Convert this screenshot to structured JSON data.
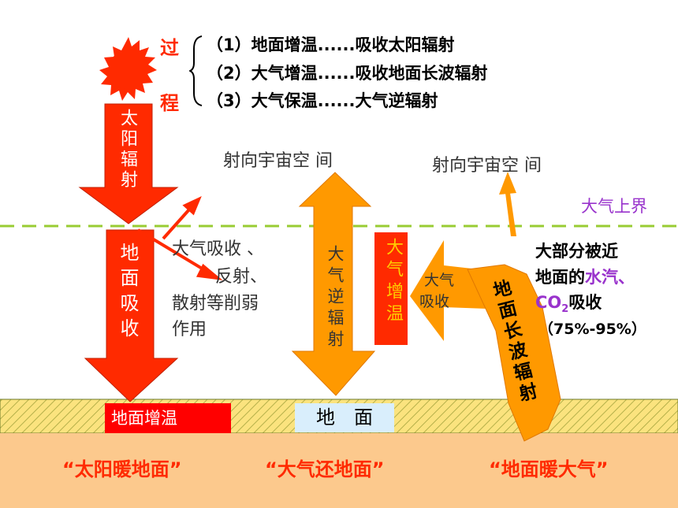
{
  "process": {
    "label_top": "过",
    "label_bottom": "程",
    "steps": [
      "（1）地面增温......吸收太阳辐射",
      "（2）大气增温......吸收地面长波辐射",
      "（3）大气保温......大气逆辐射"
    ]
  },
  "solar_radiation": "太阳辐射",
  "ground_absorption": "地面吸收",
  "atmos_effects": [
    "大气吸收 、",
    "反射、",
    "散射等削弱",
    "作用"
  ],
  "to_space_1": "射向宇宙空 间",
  "to_space_2": "射向宇宙空 间",
  "atmos_top": "大气上界",
  "counter_radiation": "大气逆辐射",
  "atmos_heating": "大气增温",
  "atmos_absorb": [
    "大气",
    "吸收"
  ],
  "ground_longwave": "地面长波辐射",
  "absorbed_note": {
    "line1": "大部分被近",
    "line2_a": "地面的",
    "line2_b": "水汽、",
    "line3_a": "CO",
    "line3_sub": "2",
    "line3_b": "吸收",
    "line4": "（75%-95%）"
  },
  "ground_heating": "地面增温",
  "ground": "地　面",
  "summary": [
    "“太阳暖地面”",
    "“大气还地面”",
    "“地面暖大气”"
  ],
  "colors": {
    "red_arrow": "#ff2a00",
    "orange_arrow": "#ff9900",
    "dashed_line": "#99cc33",
    "purple": "#9933cc",
    "summary_red": "#ff2a00"
  }
}
